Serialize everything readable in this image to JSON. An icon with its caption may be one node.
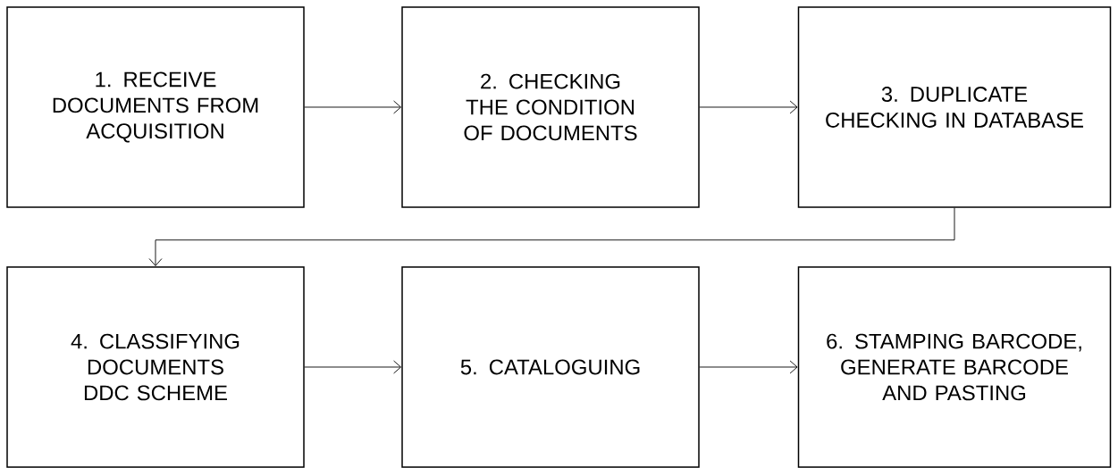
{
  "diagram": {
    "nodes": [
      {
        "text": [
          "1. RECEIVE DOCUMENTS FROM ACQUISITION"
        ]
      },
      {
        "text": [
          "2. CHECKING THE CONDITION OF DOCUMENTS"
        ]
      },
      {
        "text": [
          "3. DUPLICATE CHECKING IN DATABASE"
        ]
      },
      {
        "text": [
          "4. CLASSIFYING DOCUMENTS DDC SCHEME"
        ]
      },
      {
        "text": [
          "5. CATALOGUING"
        ]
      },
      {
        "text": [
          "6. STAMPING BARCODE, GENERATE BARCODE AND PASTING"
        ]
      }
    ],
    "edges": [
      {
        "from": 0,
        "to": 1,
        "arrow": "to"
      },
      {
        "from": 1,
        "to": 2,
        "arrow": "to"
      },
      {
        "from": 2,
        "to": 3,
        "arrow": "to"
      },
      {
        "from": 3,
        "to": 4,
        "arrow": "to"
      },
      {
        "from": 4,
        "to": 5,
        "arrow": "to"
      }
    ]
  }
}
